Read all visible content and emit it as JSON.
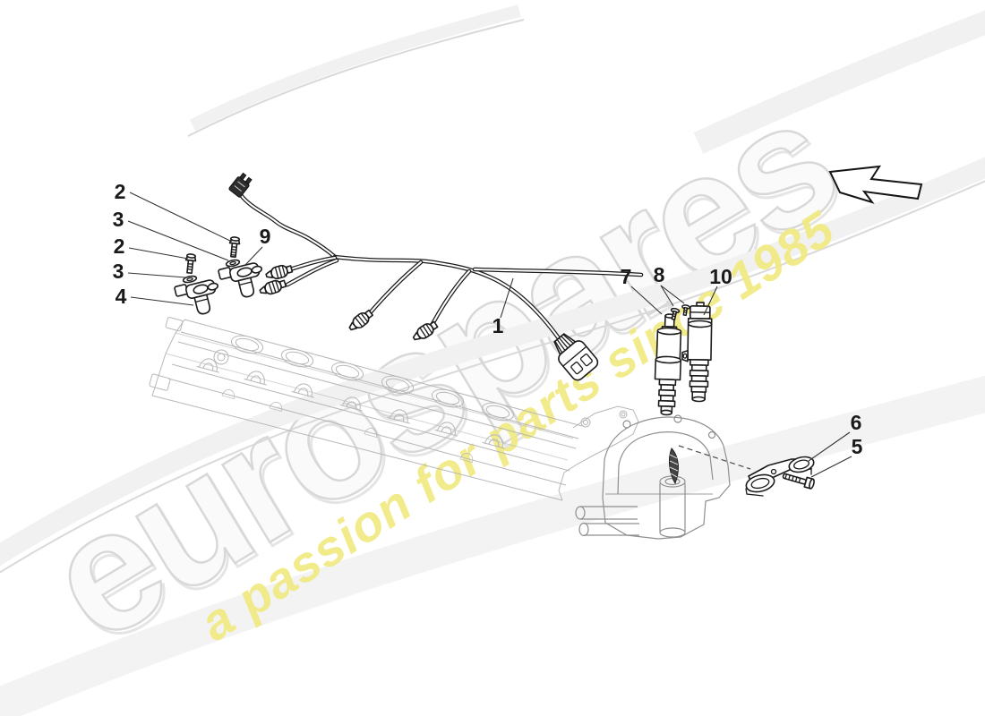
{
  "watermark": {
    "brand": "eurospares",
    "tagline": "a passion for parts since 1985",
    "brand_outline_color": "#d8d8d8",
    "brand_fill_color": "#fafafa",
    "tagline_color": "#f0ea82"
  },
  "diagram": {
    "callouts": {
      "c1": {
        "label": "1"
      },
      "c2a": {
        "label": "2"
      },
      "c3a": {
        "label": "3"
      },
      "c2b": {
        "label": "2"
      },
      "c3b": {
        "label": "3"
      },
      "c4": {
        "label": "4"
      },
      "c5": {
        "label": "5"
      },
      "c6": {
        "label": "6"
      },
      "c7": {
        "label": "7"
      },
      "c8": {
        "label": "8"
      },
      "c9": {
        "label": "9"
      },
      "c10": {
        "label": "10"
      }
    },
    "callout_color": "#1a1a1a",
    "dark_line_color": "#1b1b1b",
    "cover_line_color": "#b7b7b7",
    "housing_line_color": "#8f8f8f",
    "icons": {
      "direction_arrow": "outline-arrow-pointing-upper-left"
    }
  }
}
